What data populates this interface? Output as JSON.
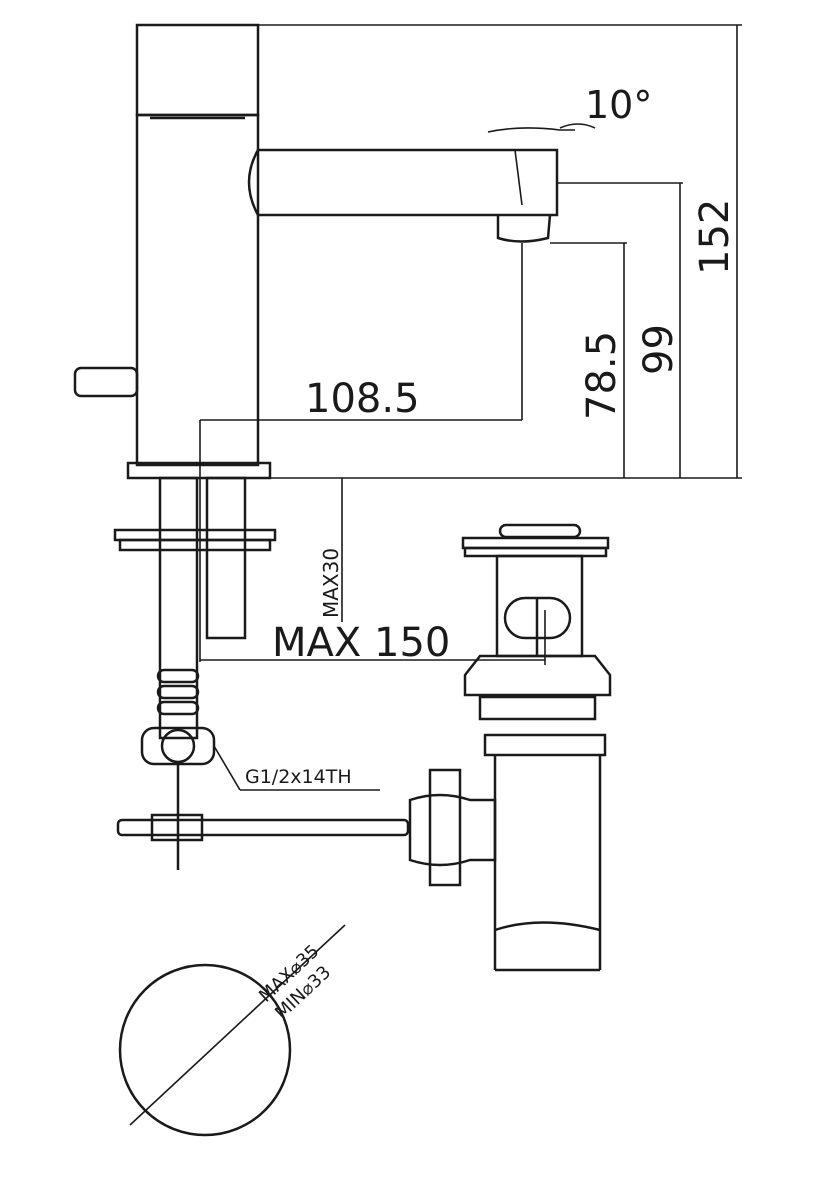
{
  "drawing": {
    "dimensions": {
      "angle": "10°",
      "total_height": "152",
      "spout_height": "99",
      "outlet_height": "78.5",
      "spout_reach": "108.5",
      "max_deck_thickness": "MAX30",
      "max_distance": "MAX 150",
      "thread": "G1/2x14TH",
      "hole_max": "MAX⌀35",
      "hole_min": "MIN⌀33"
    },
    "line_color": "#1a1a1a",
    "background": "#ffffff"
  }
}
